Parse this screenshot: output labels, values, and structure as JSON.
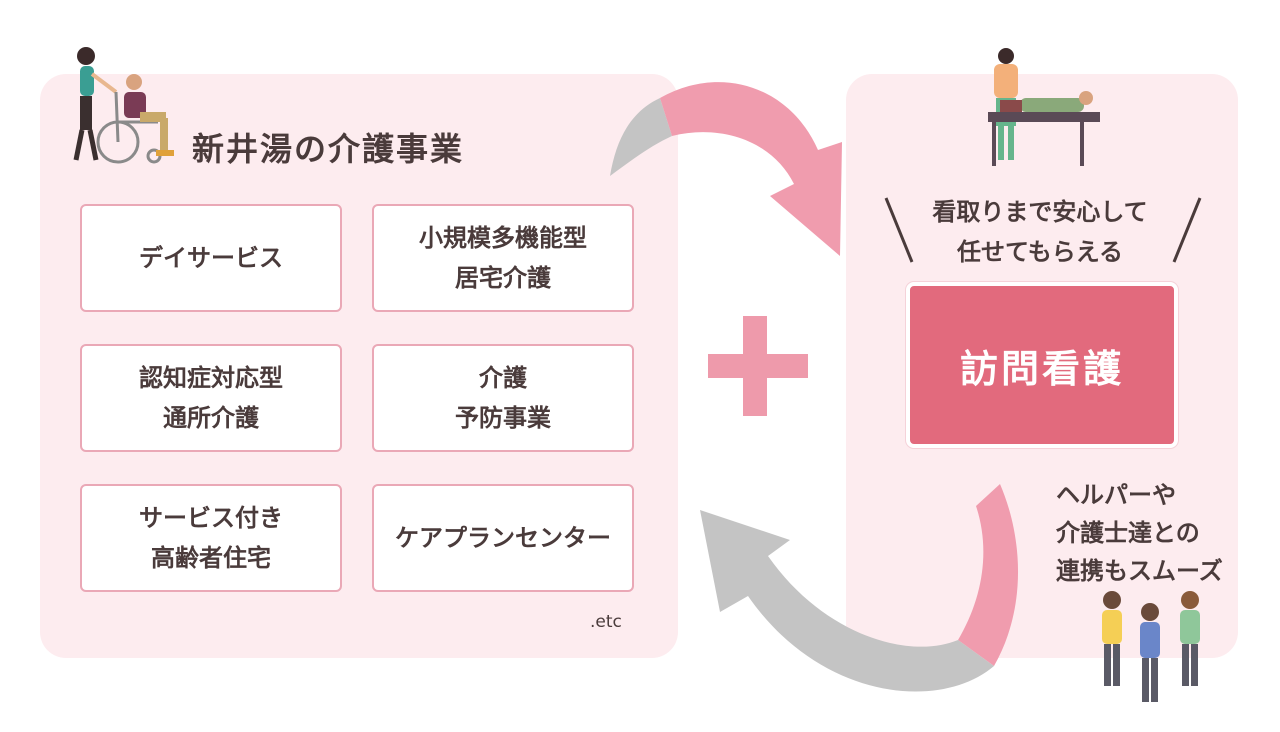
{
  "left_section": {
    "title": "新井湯の介護事業",
    "services": [
      "デイサービス",
      "小規模多機能型\n居宅介護",
      "認知症対応型\n通所介護",
      "介護\n予防事業",
      "サービス付き\n高齢者住宅",
      "ケアプランセンター"
    ],
    "etc": ".etc"
  },
  "right_section": {
    "callout": "看取りまで安心して\n任せてもらえる",
    "main_label": "訪問看護",
    "helper_text": "ヘルパーや\n介護士達との\n連携もスムーズ"
  },
  "colors": {
    "panel_bg": "#fdecef",
    "box_border": "#eaa8b6",
    "accent_pink": "#e26a7d",
    "arrow_pink": "#f09cae",
    "arrow_gray": "#c4c4c4",
    "text": "#4a3b3b"
  },
  "icons": [
    "wheelchair-caregiver-illustration",
    "nurse-patient-bed-illustration",
    "care-staff-group-illustration",
    "plus-icon"
  ]
}
